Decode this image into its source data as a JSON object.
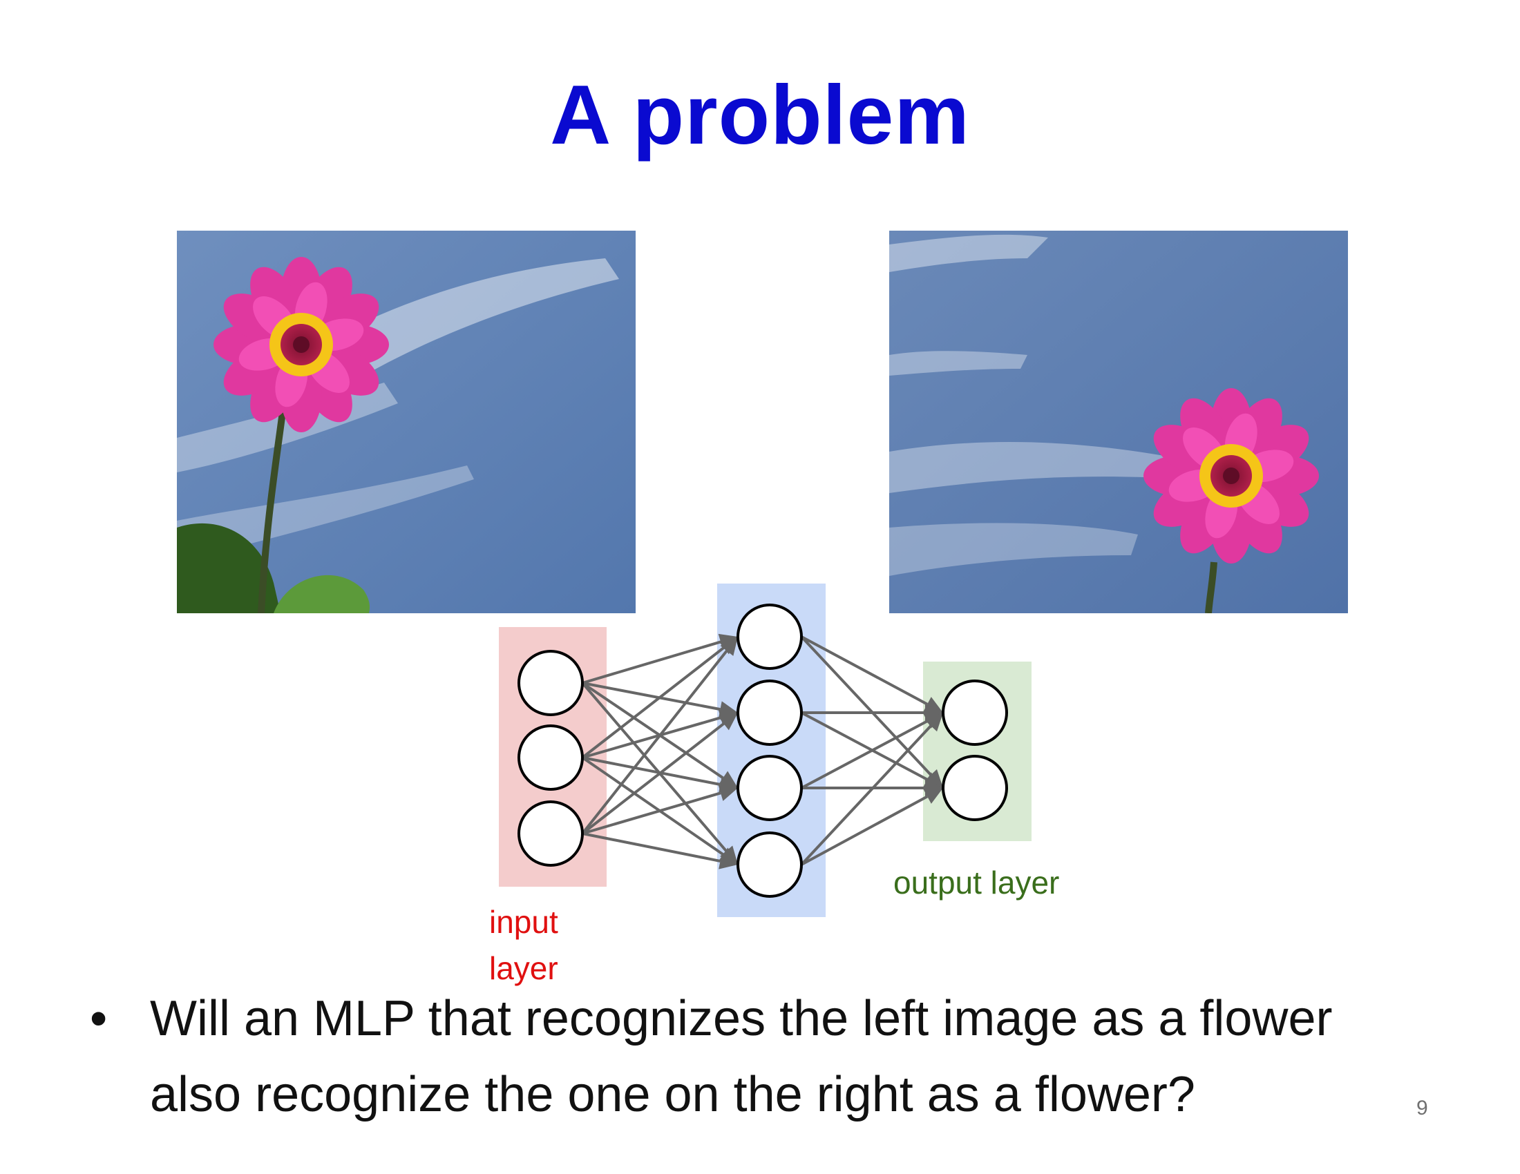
{
  "slide": {
    "title": "A problem",
    "page_number": "9"
  },
  "images": {
    "left": {
      "subject": "pink zinnia flower against blue sky, flower at upper-left"
    },
    "right": {
      "subject": "pink zinnia flower against blue sky, flower at lower-right"
    }
  },
  "diagram": {
    "input_label_line1": "input",
    "input_label_line2": "layer",
    "output_label": "output layer",
    "colors": {
      "input_box": "#f4cccc",
      "hidden_box": "#c9daf8",
      "output_box": "#d9ead3",
      "edges": "#666666"
    }
  },
  "bullet": {
    "marker": "•",
    "text_line1": "Will an MLP that recognizes the left image as a flower",
    "text_line2": "also recognize the one on the right as a flower?"
  }
}
